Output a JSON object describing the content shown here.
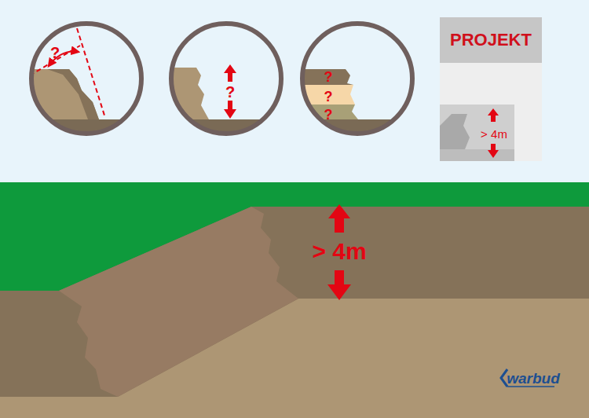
{
  "diagram": {
    "nodes": [
      {
        "text": [
          "?"
        ]
      },
      {
        "text": [
          "?"
        ]
      },
      {
        "text": [
          "?",
          "?",
          "?"
        ]
      },
      {
        "text": [
          "PROJEKT",
          "> 4m"
        ]
      }
    ],
    "labels": [
      "> 4m",
      "warbud"
    ]
  }
}
